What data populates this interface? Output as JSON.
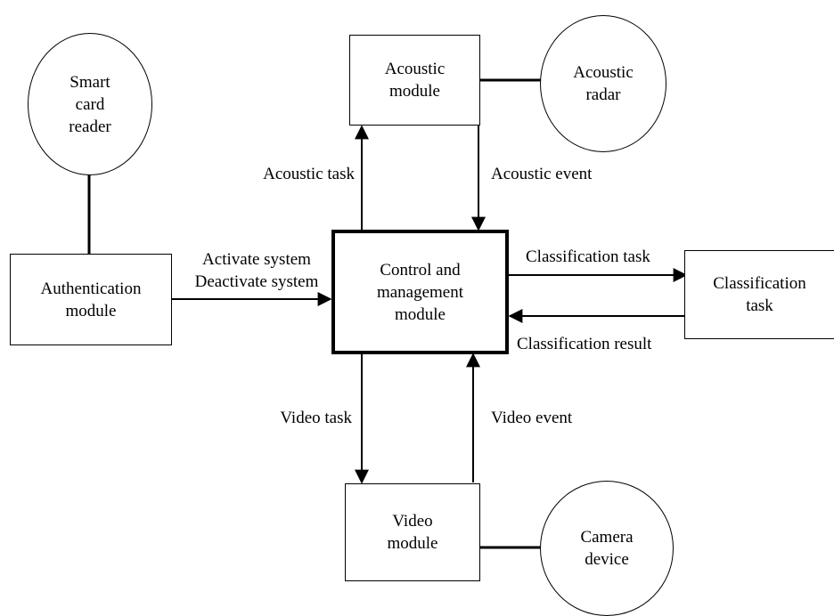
{
  "nodes": {
    "smart_card_reader": "Smart\ncard\nreader",
    "authentication_module": "Authentication\nmodule",
    "acoustic_module": "Acoustic\nmodule",
    "acoustic_radar": "Acoustic\nradar",
    "control_module": "Control and\nmanagement\nmodule",
    "classification_task_box": "Classification\ntask",
    "video_module": "Video\nmodule",
    "camera_device": "Camera\ndevice"
  },
  "edges": {
    "activate_deactivate": "Activate system\nDeactivate system",
    "acoustic_task": "Acoustic task",
    "acoustic_event": "Acoustic event",
    "classification_task": "Classification task",
    "classification_result": "Classification result",
    "video_task": "Video task",
    "video_event": "Video event"
  }
}
